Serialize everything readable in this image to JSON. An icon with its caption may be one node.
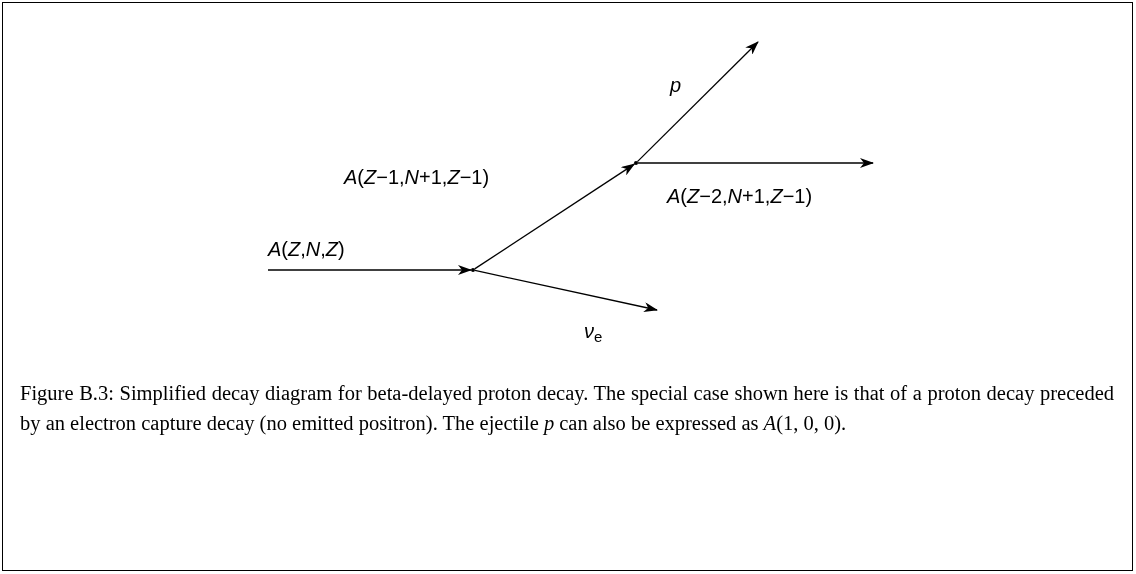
{
  "diagram": {
    "caption": "Figure B.3: Simplified decay diagram for beta-delayed proton decay. The special case shown here is that of a proton decay preceded by an electron capture decay (no emitted positron). The ejectile *p* can also be expressed as *A*(1, 0, 0).",
    "nodes": [
      {
        "text": [],
        "shape": "vertex"
      },
      {
        "text": [],
        "shape": "vertex"
      }
    ],
    "edges": [
      {
        "from": null,
        "to": 0,
        "arrow": "to",
        "label": "*A*(*Z*,*N*,*Z*)"
      },
      {
        "from": 0,
        "to": 1,
        "arrow": "to",
        "label": "*A*(*Z*−1,*N*+1,*Z*−1)"
      },
      {
        "from": 0,
        "to": null,
        "arrow": "to",
        "label": "*ν*$_{e}$"
      },
      {
        "from": 1,
        "to": null,
        "arrow": "to",
        "label": "*p*"
      },
      {
        "from": 1,
        "to": null,
        "arrow": "to",
        "label": "*A*(*Z*−2,*N*+1,*Z*−1)"
      }
    ]
  }
}
